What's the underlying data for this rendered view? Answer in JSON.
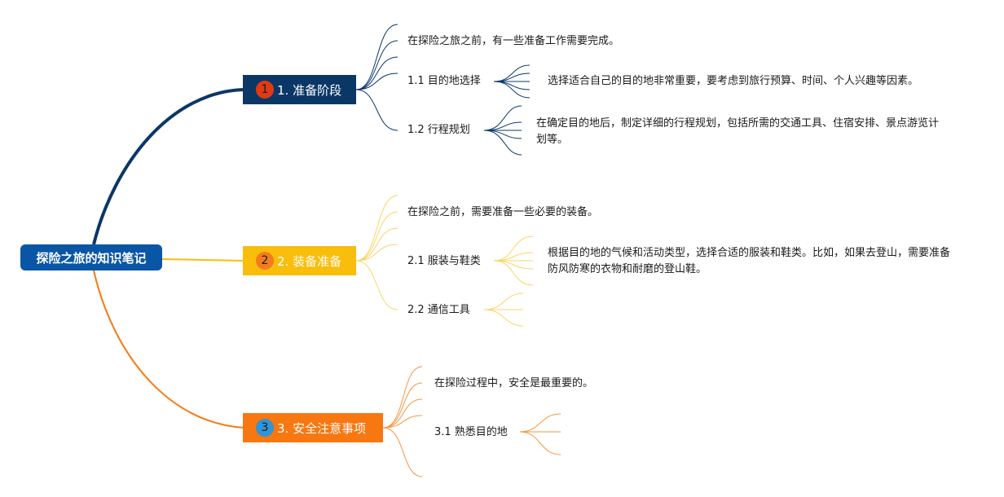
{
  "root": {
    "label": "探险之旅的知识笔记"
  },
  "branches": [
    {
      "badge": "1",
      "label": "1. 准备阶段",
      "color": "#0b3767",
      "intro": "在探险之旅之前，有一些准备工作需要完成。",
      "subs": [
        {
          "label": "1.1 目的地选择",
          "detail": "选择适合自己的目的地非常重要，要考虑到旅行预算、时间、个人兴趣等因素。"
        },
        {
          "label": "1.2 行程规划",
          "detail": "在确定目的地后，制定详细的行程规划，包括所需的交通工具、住宿安排、景点游览计划等。"
        }
      ]
    },
    {
      "badge": "2",
      "label": "2. 装备准备",
      "color": "#f9bd0b",
      "intro": "在探险之前，需要准备一些必要的装备。",
      "subs": [
        {
          "label": "2.1 服装与鞋类",
          "detail": "根据目的地的气候和活动类型，选择合适的服装和鞋类。比如，如果去登山，需要准备防风防寒的衣物和耐磨的登山鞋。"
        },
        {
          "label": "2.2 通信工具",
          "detail": ""
        }
      ]
    },
    {
      "badge": "3",
      "label": "3. 安全注意事项",
      "color": "#f77711",
      "intro": "在探险过程中，安全是最重要的。",
      "subs": [
        {
          "label": "3.1 熟悉目的地",
          "detail": ""
        }
      ]
    }
  ]
}
